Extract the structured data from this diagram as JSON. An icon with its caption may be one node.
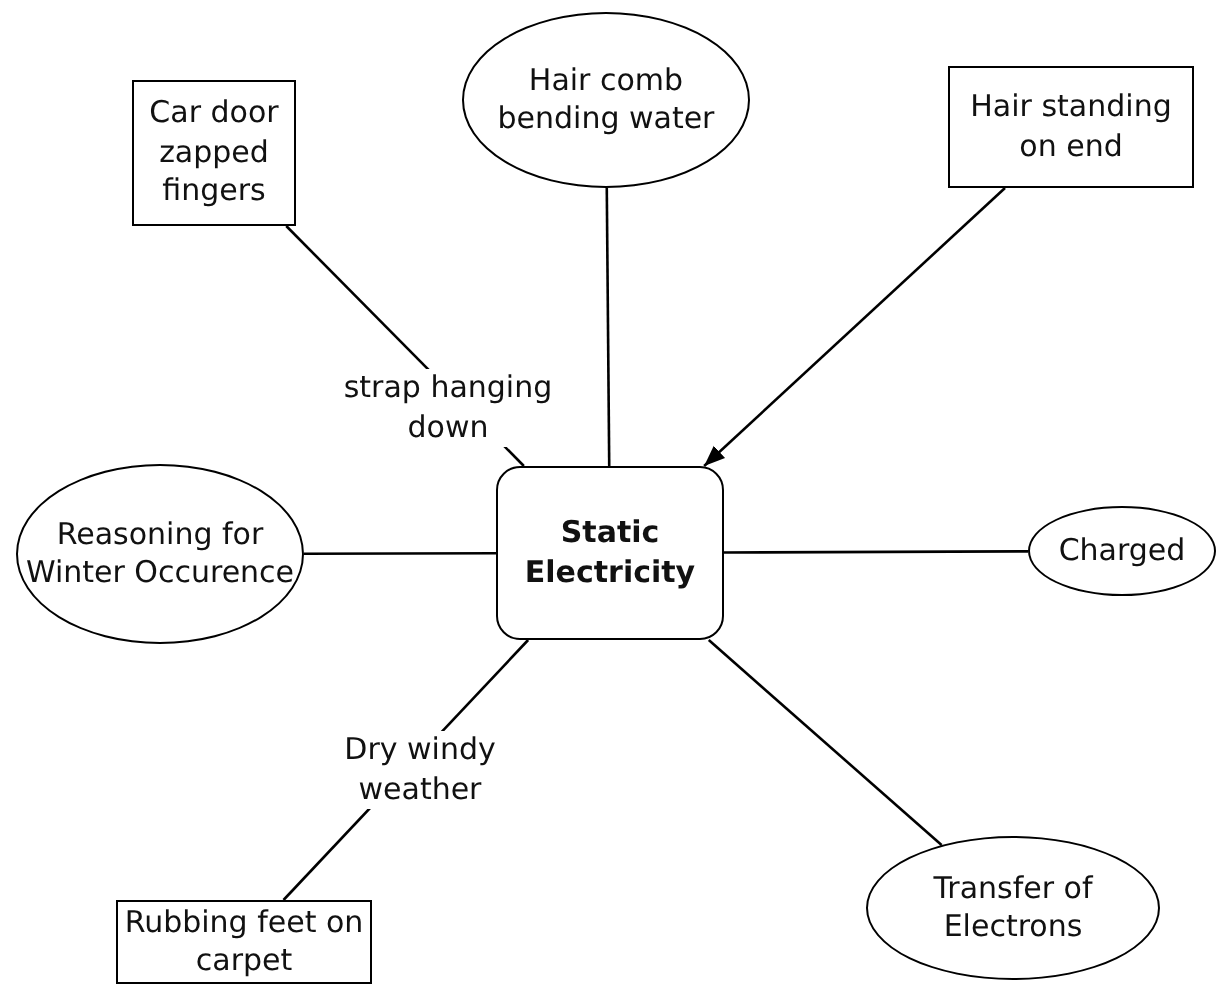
{
  "diagram": {
    "nodes": [
      {
        "text": [
          "Static Electricity"
        ]
      },
      {
        "text": [
          "Car door zapped fingers"
        ]
      },
      {
        "text": [
          "Hair comb bending water"
        ]
      },
      {
        "text": [
          "Hair standing on end"
        ]
      },
      {
        "text": [
          "Reasoning for Winter Occurence"
        ]
      },
      {
        "text": [
          "Charged"
        ]
      },
      {
        "text": [
          "Transfer of Electrons"
        ]
      },
      {
        "text": [
          "Rubbing feet on carpet"
        ]
      }
    ],
    "edges": [
      {
        "from": 1,
        "to": 0,
        "arrow": "none",
        "label": "strap hanging down"
      },
      {
        "from": 2,
        "to": 0,
        "arrow": "none"
      },
      {
        "from": 3,
        "to": 0,
        "arrow": "to"
      },
      {
        "from": 4,
        "to": 0,
        "arrow": "none"
      },
      {
        "from": 5,
        "to": 0,
        "arrow": "none"
      },
      {
        "from": 6,
        "to": 0,
        "arrow": "none"
      },
      {
        "from": 7,
        "to": 0,
        "arrow": "none",
        "label": "Dry windy weather"
      }
    ]
  }
}
